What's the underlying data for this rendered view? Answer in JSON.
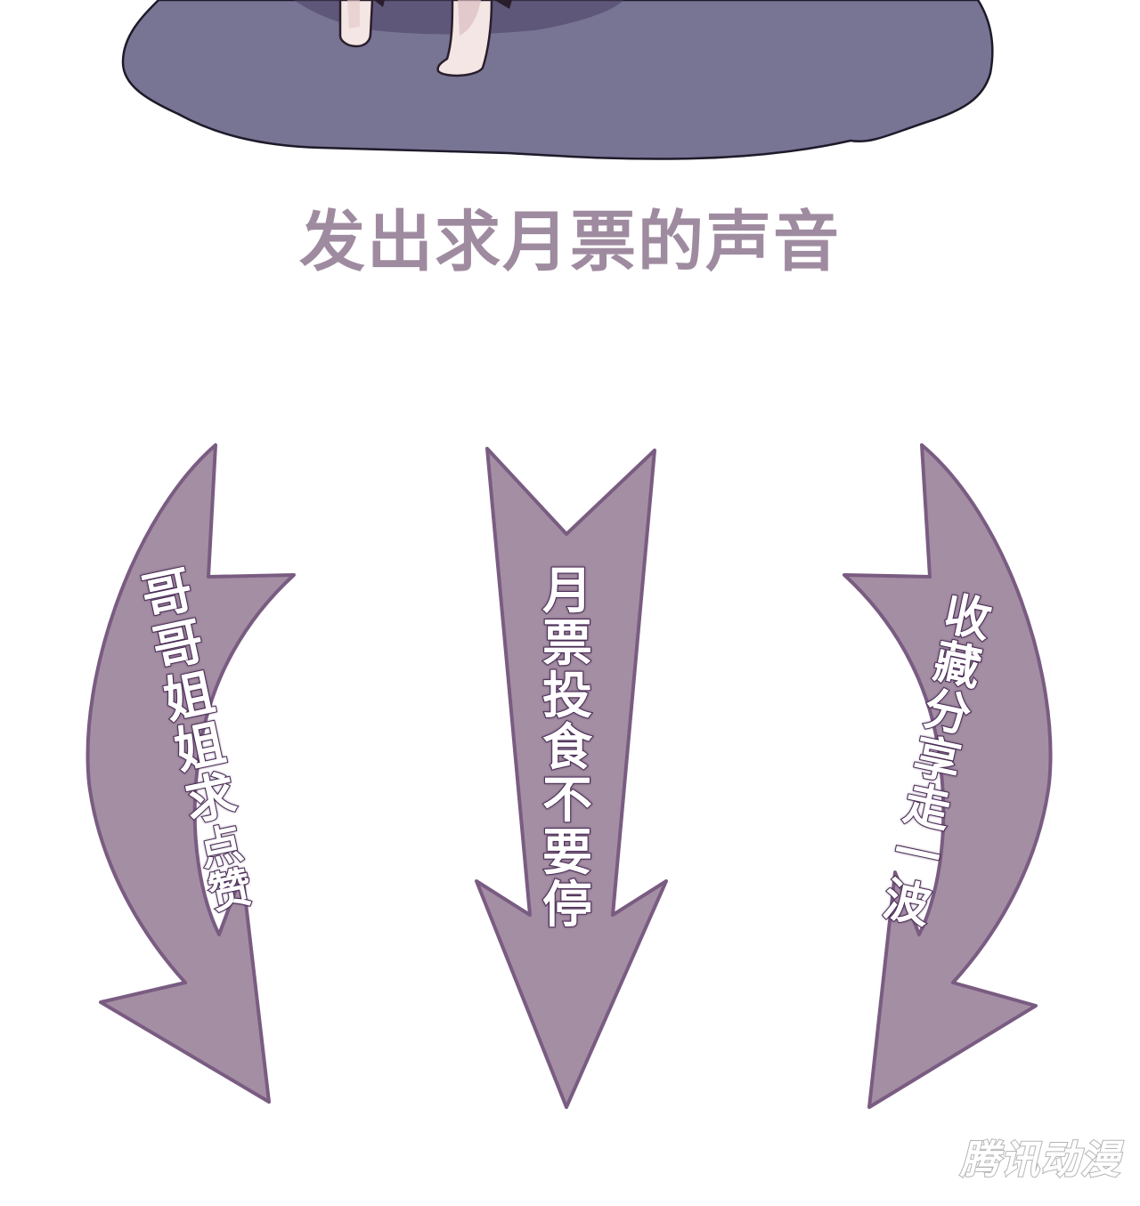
{
  "heading": "发出求月票的声音",
  "arrows": {
    "left": [
      "哥",
      "哥",
      "姐",
      "姐",
      "求",
      "点",
      "赞"
    ],
    "middle": [
      "月",
      "票",
      "投",
      "食",
      "不",
      "要",
      "停"
    ],
    "right": [
      "收",
      "藏",
      "分",
      "享",
      "走",
      "一",
      "波"
    ]
  },
  "watermark": "腾讯动漫",
  "colors": {
    "arrow_fill": "#a48ea3",
    "arrow_outline": "#7a5c82",
    "puddle": "#777494",
    "heading": "#9f8ba0",
    "text_outline": "#4b2d57"
  }
}
